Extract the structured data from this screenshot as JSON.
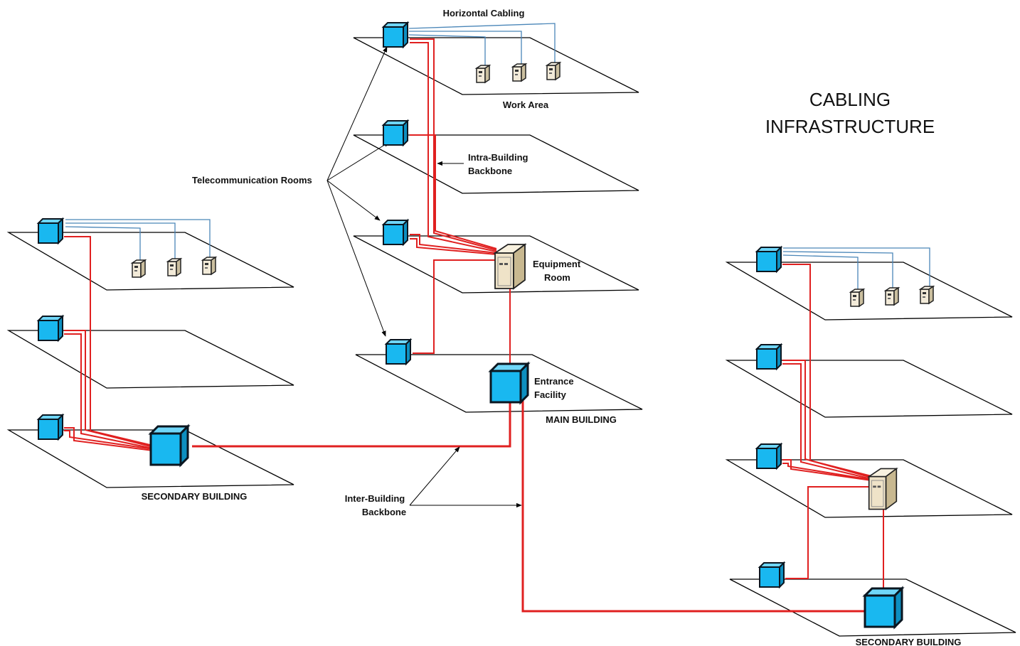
{
  "title_lines": [
    "CABLING",
    "INFRASTRUCTURE"
  ],
  "labels": {
    "horizontal_cabling": "Horizontal Cabling",
    "work_area": "Work Area",
    "intra_line1": "Intra-Building",
    "intra_line2": "Backbone",
    "telecom_rooms": "Telecommunication Rooms",
    "equipment_line1": "Equipment",
    "equipment_line2": "Room",
    "entrance_line1": "Entrance",
    "entrance_line2": "Facility",
    "main_building": "MAIN BUILDING",
    "secondary_left": "SECONDARY BUILDING",
    "secondary_right": "SECONDARY BUILDING",
    "inter_line1": "Inter-Building",
    "inter_line2": "Backbone"
  },
  "colors": {
    "backbone": "#e02020",
    "horizontal": "#4a86b8",
    "telecom_room": "#19b8f0",
    "equipment": "#e9dcc2"
  }
}
